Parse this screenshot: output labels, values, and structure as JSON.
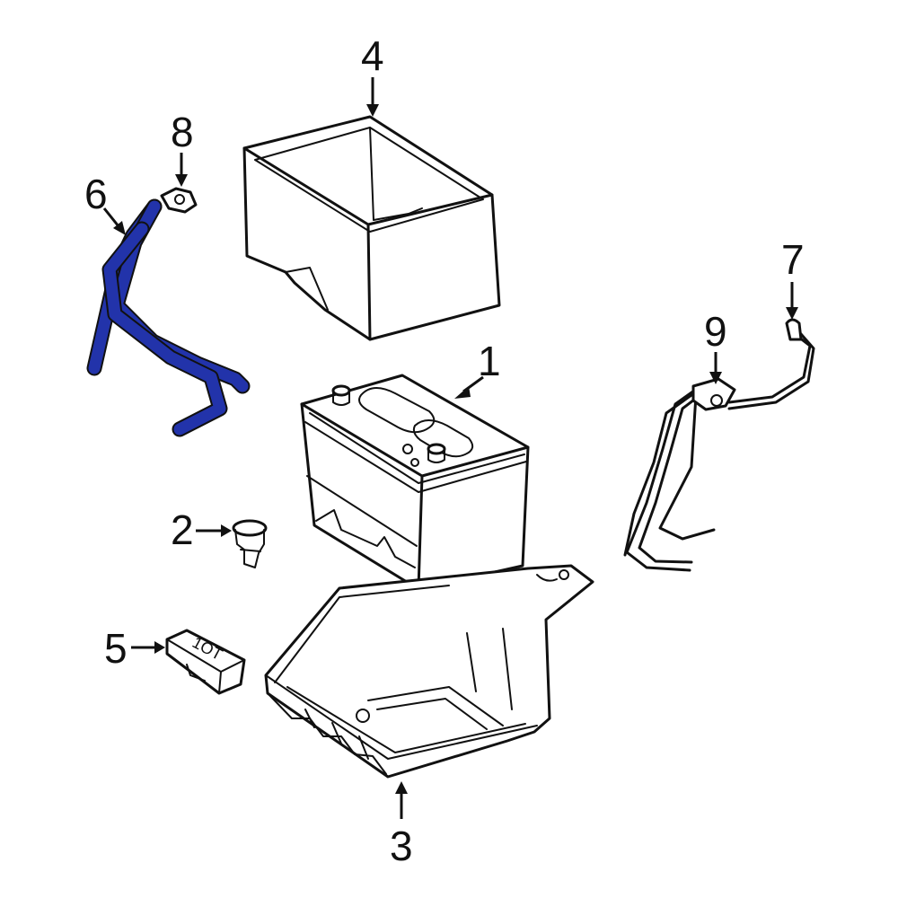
{
  "diagram": {
    "highlight_color": "#2233aa",
    "line_color": "#111111",
    "callouts": [
      {
        "id": "1",
        "label": "1"
      },
      {
        "id": "2",
        "label": "2"
      },
      {
        "id": "3",
        "label": "3"
      },
      {
        "id": "4",
        "label": "4"
      },
      {
        "id": "5",
        "label": "5"
      },
      {
        "id": "6",
        "label": "6"
      },
      {
        "id": "7",
        "label": "7"
      },
      {
        "id": "8",
        "label": "8"
      },
      {
        "id": "9",
        "label": "9"
      }
    ],
    "tray_label": "1OT"
  }
}
